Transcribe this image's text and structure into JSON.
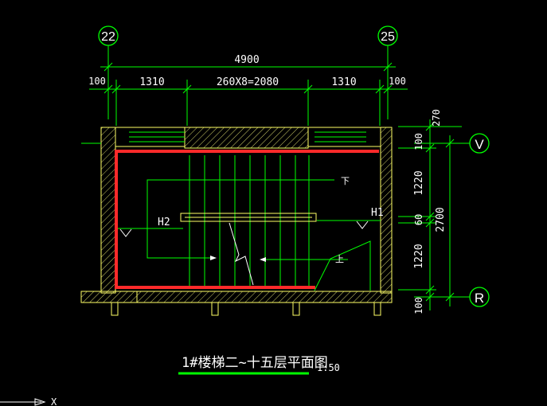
{
  "axes": {
    "top_left": "22",
    "top_right": "25",
    "right_top": "V",
    "right_bottom": "R"
  },
  "dims": {
    "overall": "4900",
    "left_edge": "100",
    "left_span": "1310",
    "middle_span": "260X8=2080",
    "right_span": "1310",
    "right_edge": "100",
    "v_top": "270",
    "v_a": "100",
    "v_b": "1220",
    "v_c": "60",
    "v_d": "1220",
    "v_e": "100",
    "v_total": "2700"
  },
  "labels": {
    "down": "下",
    "up": "上",
    "h1": "H1",
    "h2": "H2"
  },
  "title": {
    "text": "1#楼梯二~十五层平面图",
    "scale": "1:50"
  },
  "ucs": {
    "x": "X"
  },
  "colors": {
    "green": "#00ff00",
    "white": "#ffffff",
    "red": "#ff2a2a",
    "wall": "#ffff66"
  }
}
